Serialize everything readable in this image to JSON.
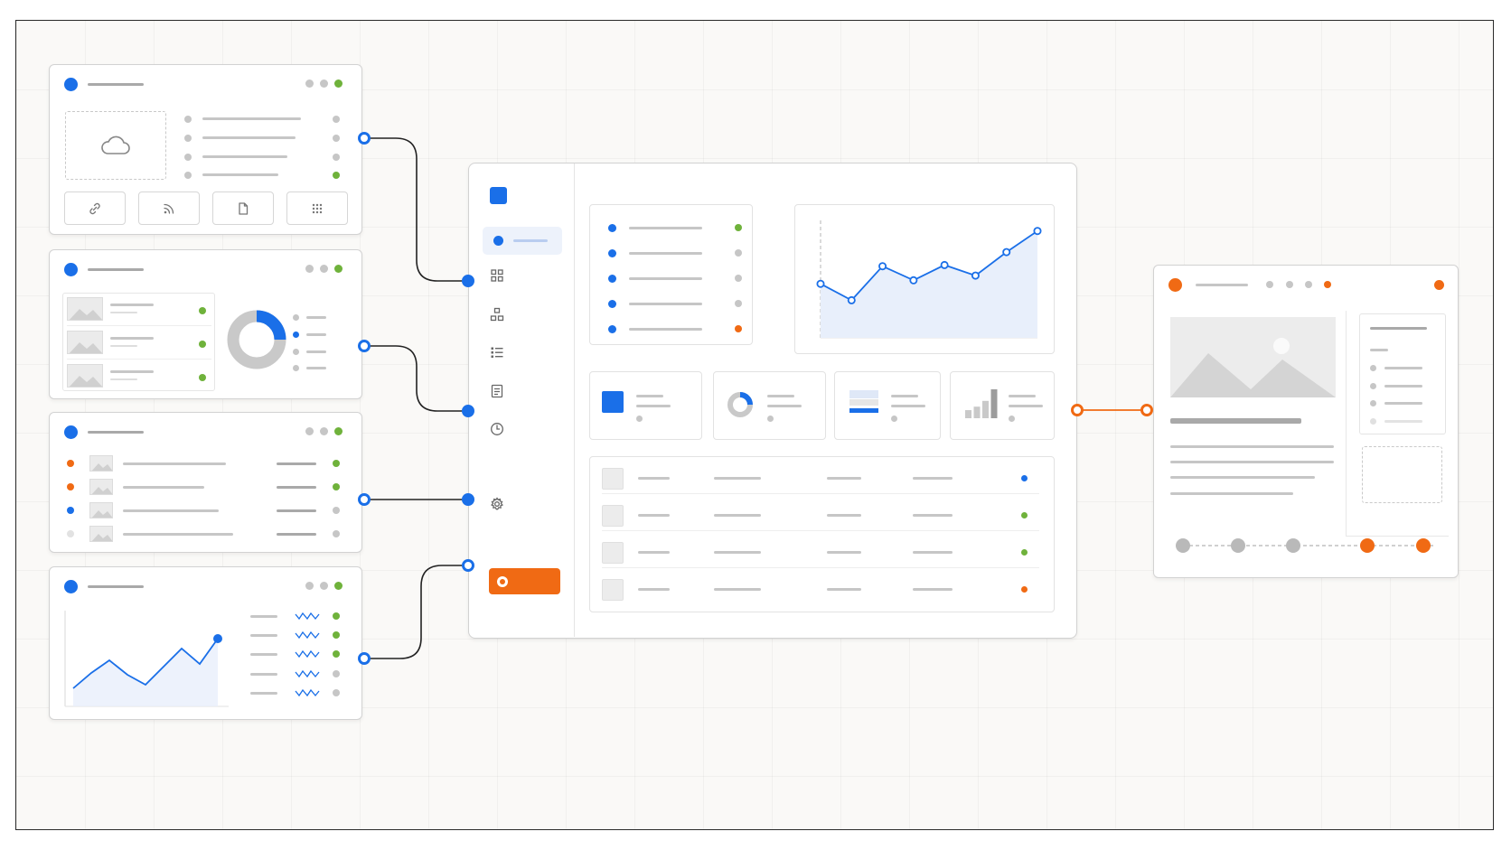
{
  "colors": {
    "blue": "#1a6fe8",
    "green": "#6fb23b",
    "orange": "#f06a14",
    "gray": "#c6c6c6",
    "light_blue_fill": "#e8effb"
  },
  "icons": {
    "card1_placeholder": "cloud-icon",
    "card1_buttons": [
      "link-icon",
      "rss-icon",
      "document-icon",
      "grid-dots-icon"
    ],
    "sidebar": [
      "grid-icon",
      "nodes-icon",
      "list-icon",
      "document-icon",
      "clock-icon",
      "gear-icon"
    ]
  },
  "chart_data": [
    {
      "type": "line",
      "x": [
        1,
        2,
        3,
        4,
        5,
        6,
        7,
        8
      ],
      "values": [
        46,
        32,
        61,
        49,
        62,
        53,
        73,
        91
      ],
      "ylim": [
        0,
        100
      ]
    },
    {
      "type": "line",
      "x": [
        1,
        2,
        3,
        4,
        5,
        6,
        7,
        8,
        9
      ],
      "values": [
        18,
        35,
        49,
        33,
        22,
        42,
        62,
        45,
        73
      ],
      "ylim": [
        0,
        100
      ]
    },
    {
      "type": "pie",
      "values": [
        25,
        75
      ]
    },
    {
      "type": "bar",
      "values": [
        28,
        40,
        60,
        100
      ]
    }
  ]
}
